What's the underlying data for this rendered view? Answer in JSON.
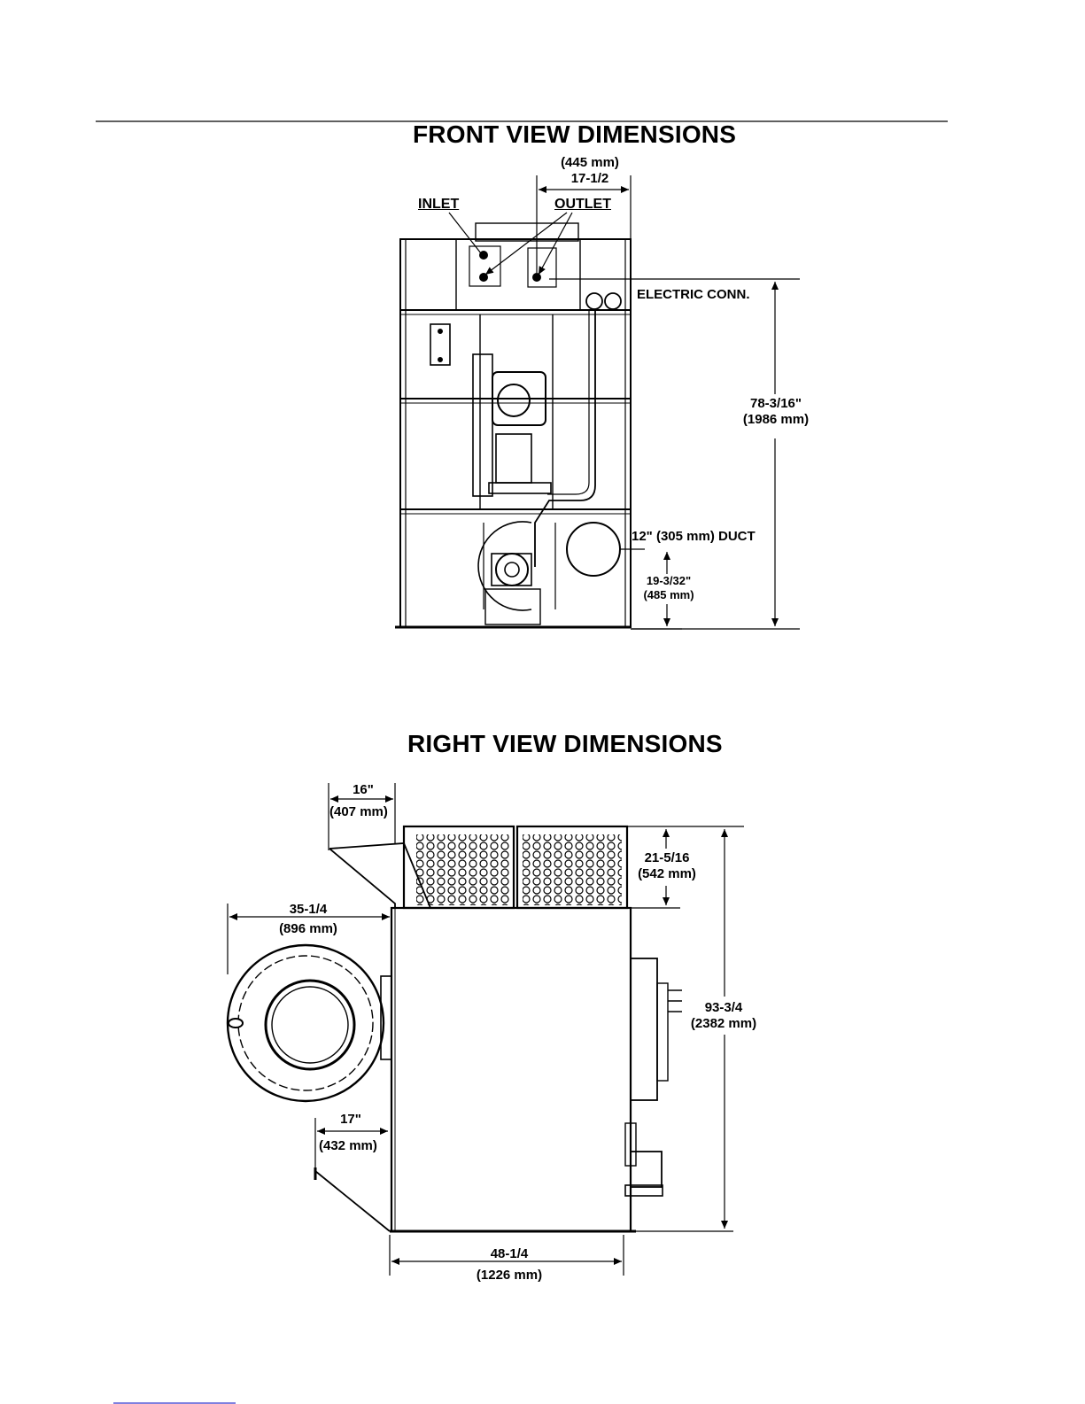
{
  "front_view": {
    "title": "FRONT VIEW DIMENSIONS",
    "outlet_spacing_mm": "(445 mm)",
    "outlet_spacing_in": "17-1/2",
    "inlet_label": "INLET",
    "outlet_label": "OUTLET",
    "electric_label": "ELECTRIC CONN.",
    "height_in": "78-3/16\"",
    "height_mm": "(1986 mm)",
    "duct_label": "12\" (305 mm) DUCT",
    "duct_height_in": "19-3/32\"",
    "duct_height_mm": "(485 mm)"
  },
  "right_view": {
    "title": "RIGHT VIEW DIMENSIONS",
    "hood_in": "16\"",
    "hood_mm": "(407 mm)",
    "coil_in": "21-5/16",
    "coil_mm": "(542 mm)",
    "drum_in": "35-1/4",
    "drum_mm": "(896 mm)",
    "total_height_in": "93-3/4",
    "total_height_mm": "(2382 mm)",
    "lower_in": "17\"",
    "lower_mm": "(432 mm)",
    "depth_in": "48-1/4",
    "depth_mm": "(1226 mm)"
  },
  "colors": {
    "ink": "#000000",
    "paper": "#ffffff",
    "footer_link": "#3333cc"
  }
}
